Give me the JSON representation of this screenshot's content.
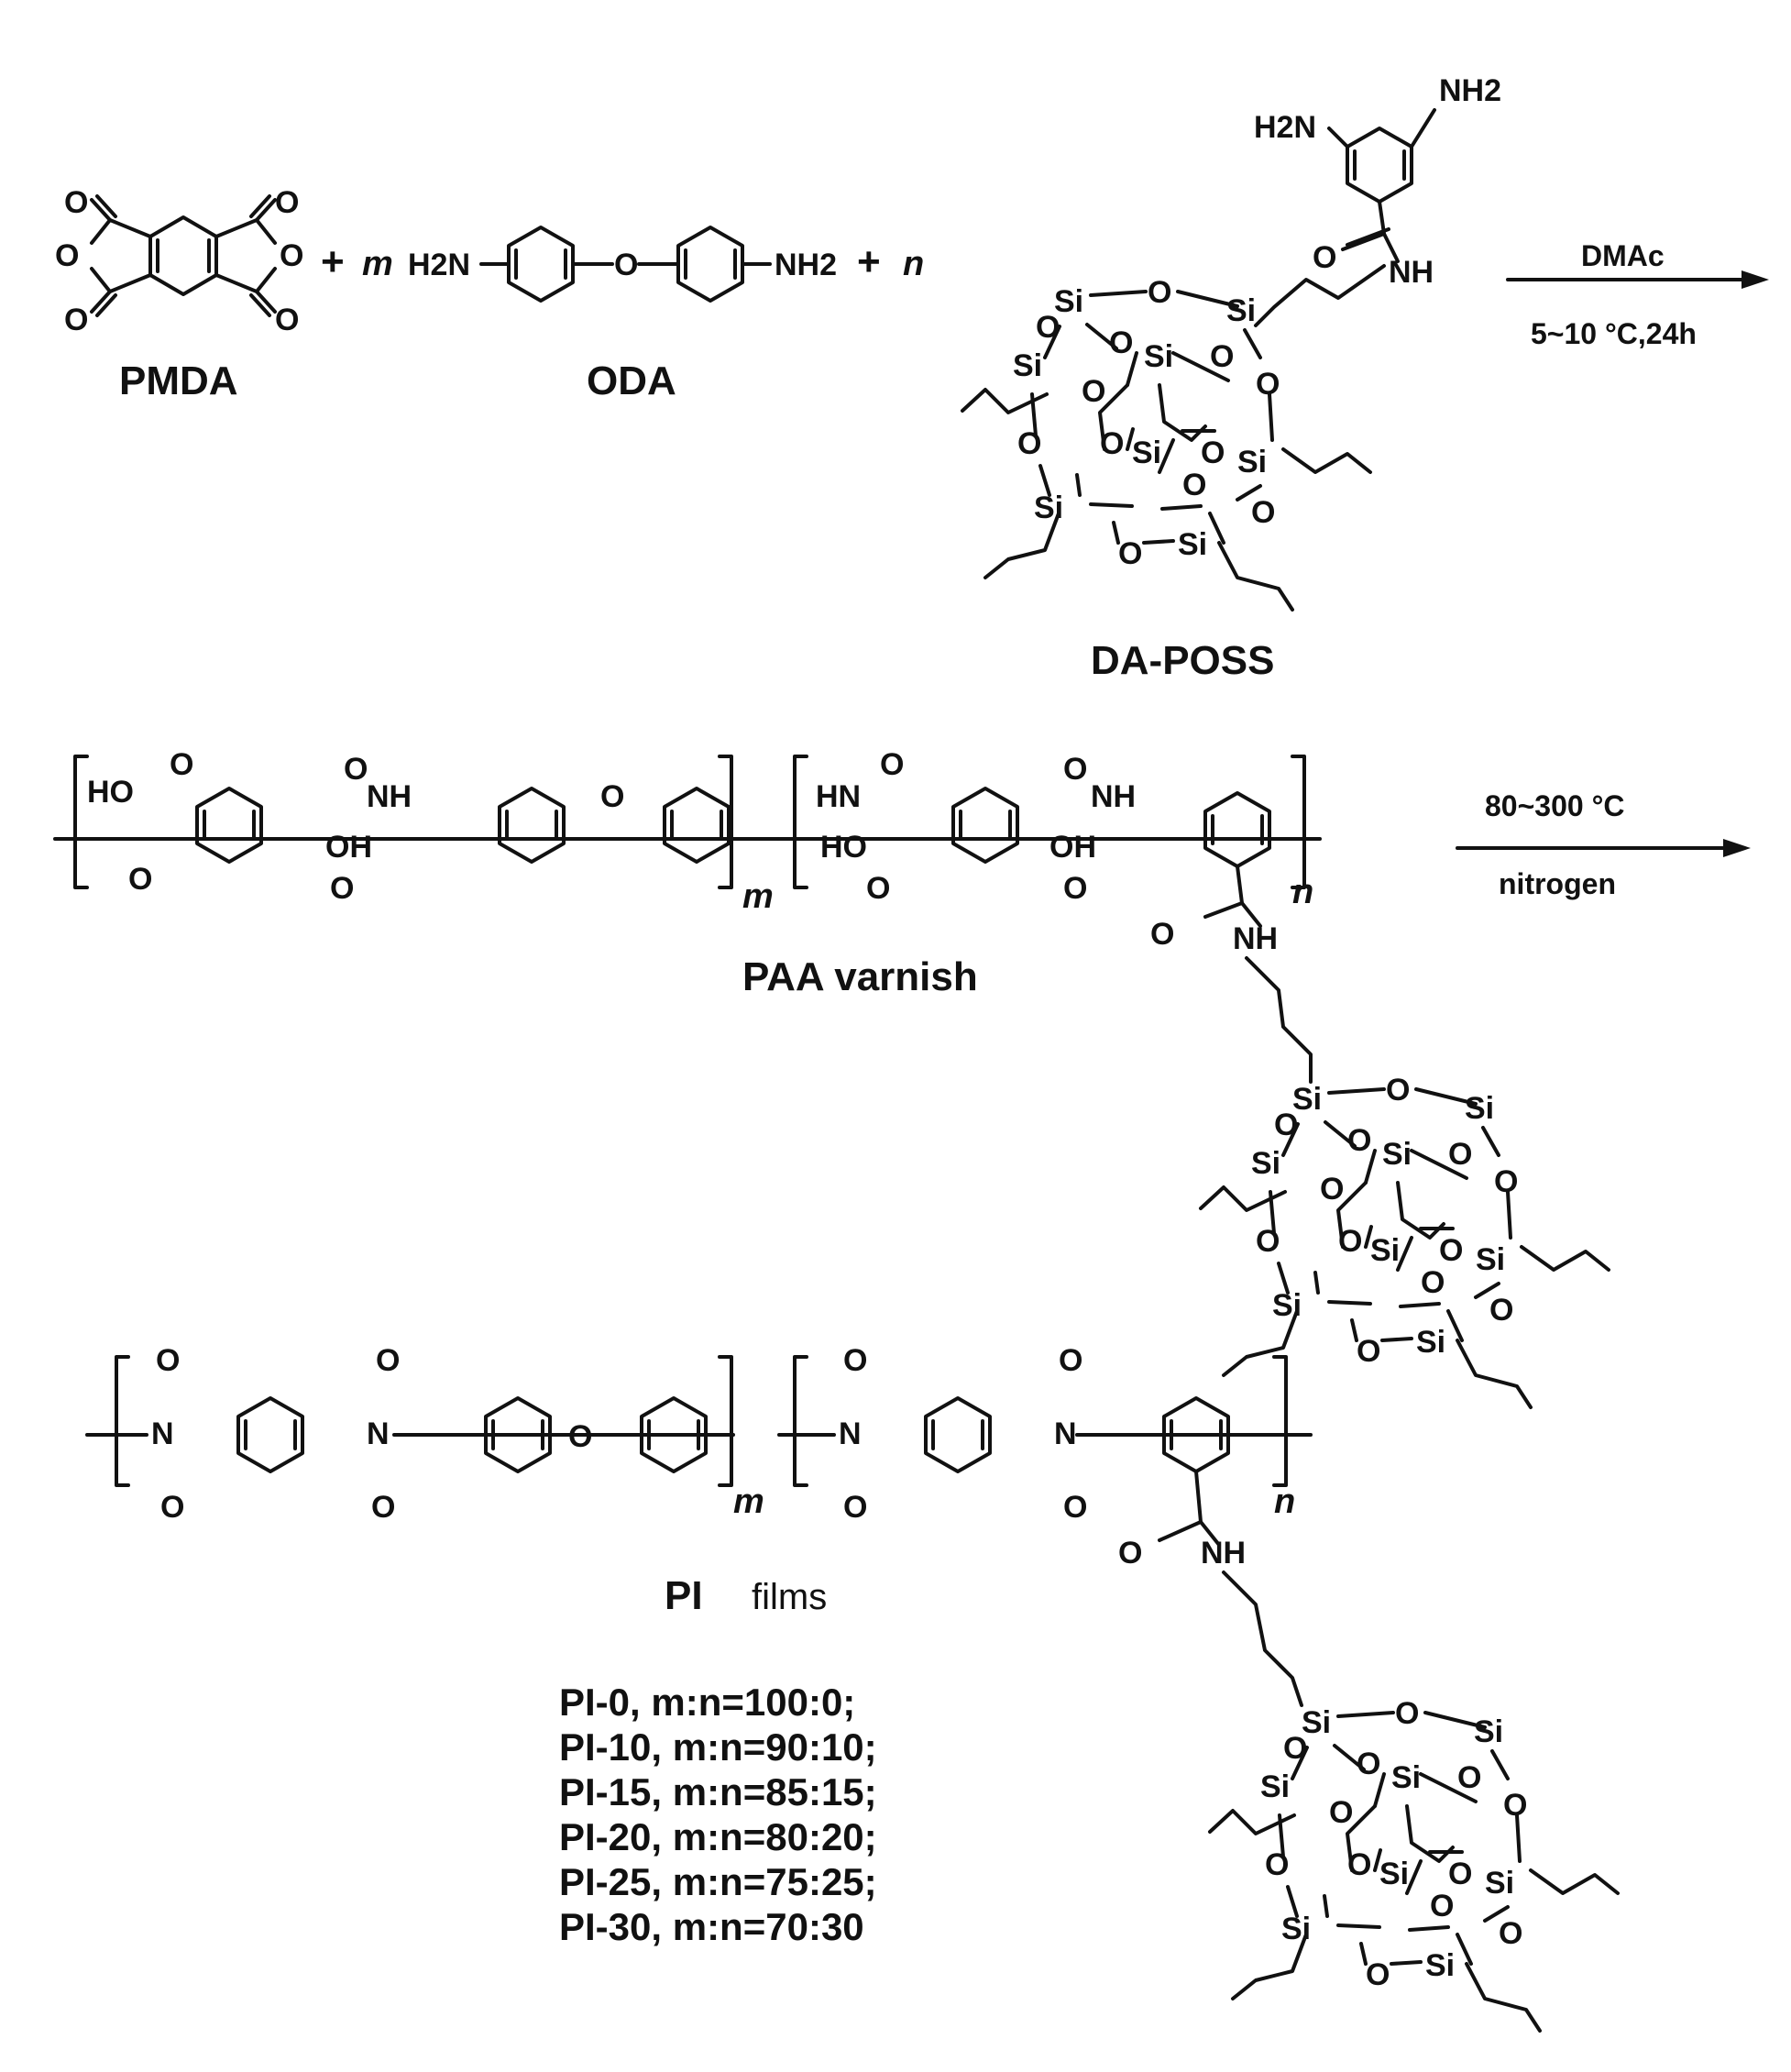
{
  "reactants": {
    "pmda": "PMDA",
    "oda": "ODA",
    "da_poss": "DA-POSS"
  },
  "coefficients": {
    "m": "m",
    "n": "n",
    "plus": "+"
  },
  "atoms": {
    "O": "O",
    "Si": "Si",
    "H2N": "H2N",
    "NH2": "NH2",
    "NH": "NH",
    "HN": "HN",
    "N": "N",
    "HO": "HO",
    "OH": "OH"
  },
  "step1": {
    "solvent": "DMAc",
    "conditions": "5~10 °C,24h"
  },
  "intermediate": {
    "name": "PAA varnish"
  },
  "step2": {
    "temperature": "80~300 °C",
    "atmosphere": "nitrogen"
  },
  "product": {
    "name_bold": "PI",
    "name_rest": "films"
  },
  "compositions": [
    "PI-0, m:n=100:0;",
    "PI-10, m:n=90:10;",
    "PI-15, m:n=85:15;",
    "PI-20, m:n=80:20;",
    "PI-25, m:n=75:25;",
    "PI-30, m:n=70:30"
  ]
}
